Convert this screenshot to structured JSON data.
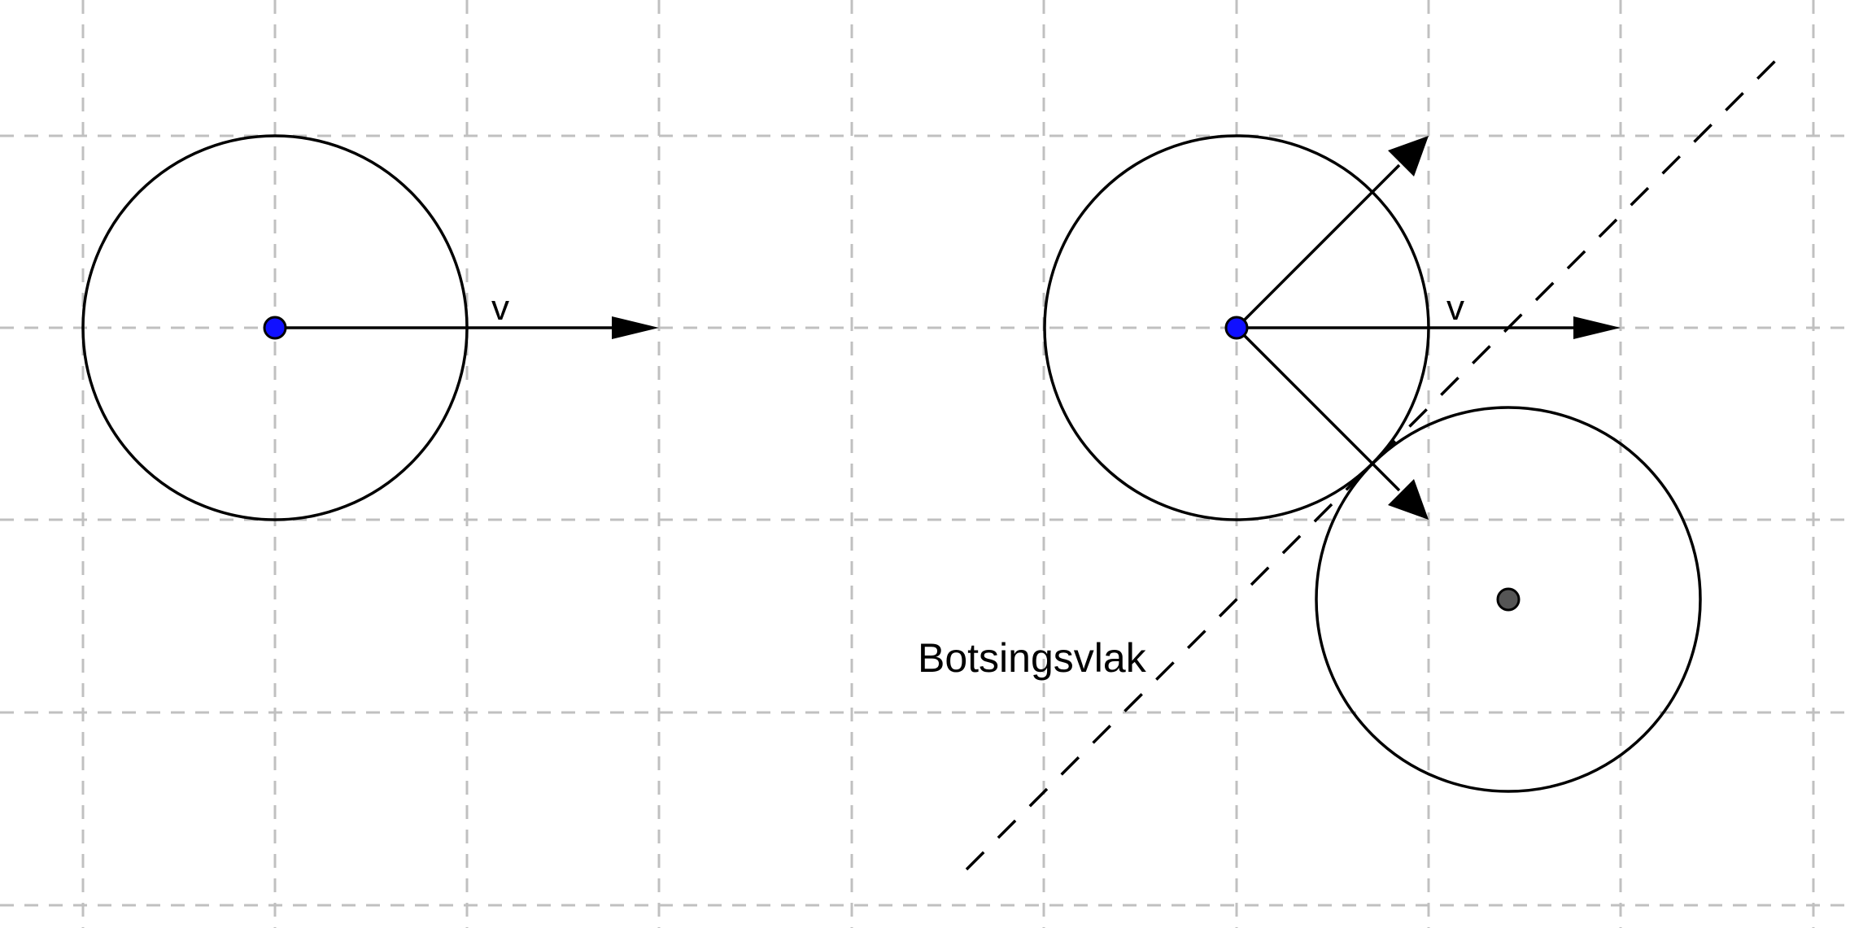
{
  "diagram": {
    "velocity_label_left": "v",
    "velocity_label_right": "v",
    "collision_plane_label": "Botsingsvlak",
    "colors": {
      "moving_ball_center": "#1010ff",
      "target_ball_center": "#555555",
      "grid": "#c0c0c0",
      "stroke": "#000000"
    }
  }
}
